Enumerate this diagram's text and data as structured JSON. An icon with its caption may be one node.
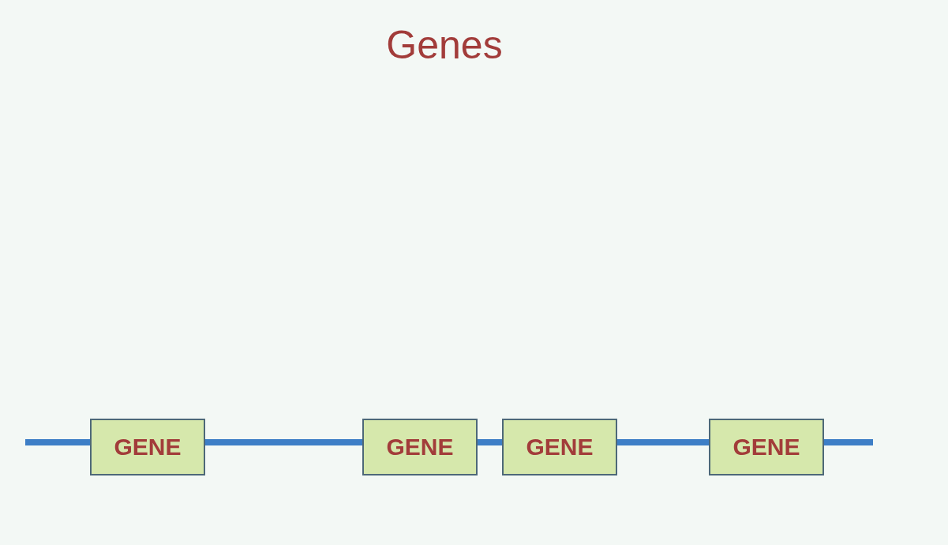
{
  "diagram": {
    "title": "Genes",
    "nodes": [
      {
        "text": [
          "GENE"
        ]
      },
      {
        "text": [
          "GENE"
        ]
      },
      {
        "text": [
          "GENE"
        ]
      },
      {
        "text": [
          "GENE"
        ]
      }
    ],
    "edges": [
      {
        "from": null,
        "to": 0,
        "arrow": "none"
      },
      {
        "from": 0,
        "to": 1,
        "arrow": "none"
      },
      {
        "from": 1,
        "to": 2,
        "arrow": "none"
      },
      {
        "from": 2,
        "to": 3,
        "arrow": "none"
      },
      {
        "from": 3,
        "to": null,
        "arrow": "none"
      }
    ]
  }
}
